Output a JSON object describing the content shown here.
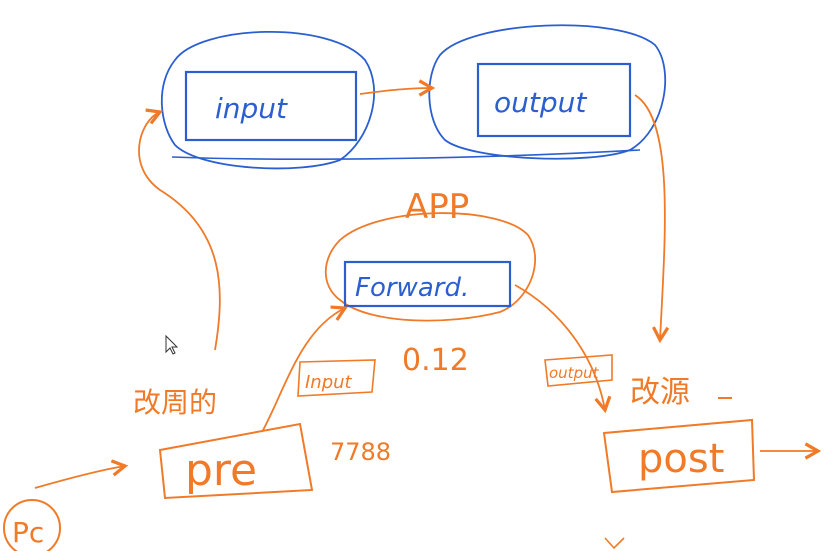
{
  "colors": {
    "blue": "#2b5fcf",
    "orange": "#f07a28"
  },
  "labels": {
    "input": "input",
    "output": "output",
    "app": "APP",
    "forward": "Forward.",
    "value_012": "0.12",
    "input_small": "Input",
    "output_small": "output",
    "chinese_left": "改周的",
    "chinese_right": "改源",
    "pre": "pre",
    "post": "post",
    "num_7788": "7788",
    "pc": "Pc"
  }
}
